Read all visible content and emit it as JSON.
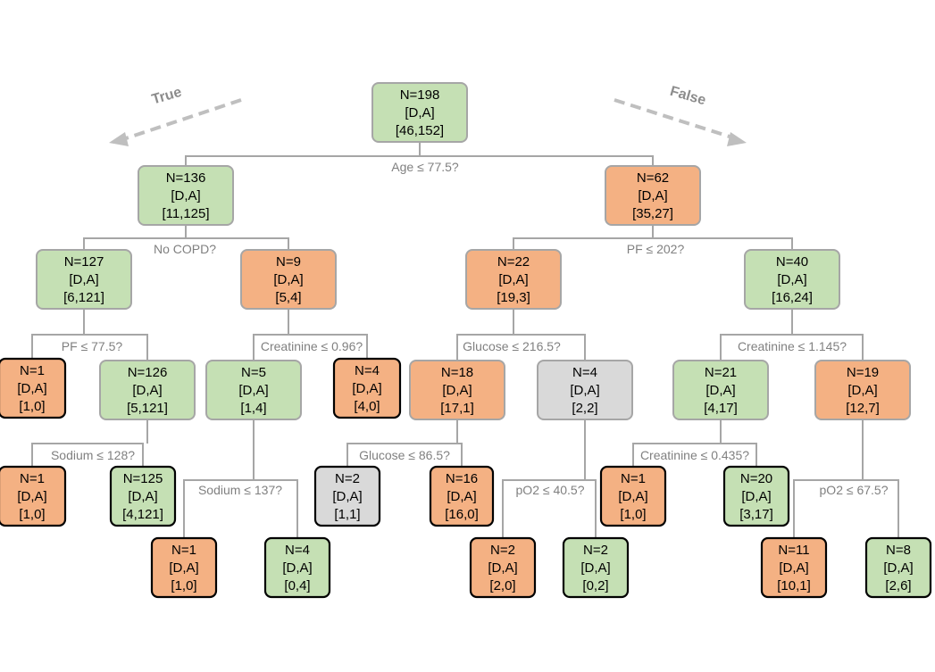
{
  "legend": {
    "true_label": "True",
    "false_label": "False"
  },
  "colors": {
    "green": "#c5e0b4",
    "orange": "#f4b183",
    "gray": "#d9d9d9",
    "edge": "#a6a6a6",
    "split_text": "#808080"
  },
  "nodes": [
    {
      "id": "n1",
      "n": "N=198",
      "class": "[D,A]",
      "counts": "[46,152]",
      "color": "green",
      "leaf": false,
      "split": "Age ≤ 77.5?"
    },
    {
      "id": "n2",
      "n": "N=136",
      "class": "[D,A]",
      "counts": "[11,125]",
      "color": "green",
      "leaf": false,
      "split": "No COPD?"
    },
    {
      "id": "n3",
      "n": "N=62",
      "class": "[D,A]",
      "counts": "[35,27]",
      "color": "orange",
      "leaf": false,
      "split": "PF ≤ 202?"
    },
    {
      "id": "n4",
      "n": "N=127",
      "class": "[D,A]",
      "counts": "[6,121]",
      "color": "green",
      "leaf": false,
      "split": "PF ≤ 77.5?"
    },
    {
      "id": "n5",
      "n": "N=9",
      "class": "[D,A]",
      "counts": "[5,4]",
      "color": "orange",
      "leaf": false,
      "split": "Creatinine ≤ 0.96?"
    },
    {
      "id": "n6",
      "n": "N=22",
      "class": "[D,A]",
      "counts": "[19,3]",
      "color": "orange",
      "leaf": false,
      "split": "Glucose ≤ 216.5?"
    },
    {
      "id": "n7",
      "n": "N=40",
      "class": "[D,A]",
      "counts": "[16,24]",
      "color": "green",
      "leaf": false,
      "split": "Creatinine ≤ 1.145?"
    },
    {
      "id": "n8",
      "n": "N=1",
      "class": "[D,A]",
      "counts": "[1,0]",
      "color": "orange",
      "leaf": true
    },
    {
      "id": "n9",
      "n": "N=126",
      "class": "[D,A]",
      "counts": "[5,121]",
      "color": "green",
      "leaf": false,
      "split": "Sodium ≤ 128?"
    },
    {
      "id": "n10",
      "n": "N=5",
      "class": "[D,A]",
      "counts": "[1,4]",
      "color": "green",
      "leaf": false,
      "split": "Sodium ≤ 137?"
    },
    {
      "id": "n11",
      "n": "N=4",
      "class": "[D,A]",
      "counts": "[4,0]",
      "color": "orange",
      "leaf": true
    },
    {
      "id": "n12",
      "n": "N=18",
      "class": "[D,A]",
      "counts": "[17,1]",
      "color": "orange",
      "leaf": false,
      "split": "Glucose ≤ 86.5?"
    },
    {
      "id": "n13",
      "n": "N=4",
      "class": "[D,A]",
      "counts": "[2,2]",
      "color": "gray",
      "leaf": false,
      "split": "pO2 ≤ 40.5?"
    },
    {
      "id": "n14",
      "n": "N=21",
      "class": "[D,A]",
      "counts": "[4,17]",
      "color": "green",
      "leaf": false,
      "split": "Creatinine ≤ 0.435?"
    },
    {
      "id": "n15",
      "n": "N=19",
      "class": "[D,A]",
      "counts": "[12,7]",
      "color": "orange",
      "leaf": false,
      "split": "pO2 ≤ 67.5?"
    },
    {
      "id": "n16",
      "n": "N=1",
      "class": "[D,A]",
      "counts": "[1,0]",
      "color": "orange",
      "leaf": true
    },
    {
      "id": "n17",
      "n": "N=125",
      "class": "[D,A]",
      "counts": "[4,121]",
      "color": "green",
      "leaf": true
    },
    {
      "id": "n18",
      "n": "N=1",
      "class": "[D,A]",
      "counts": "[1,0]",
      "color": "orange",
      "leaf": true
    },
    {
      "id": "n19",
      "n": "N=4",
      "class": "[D,A]",
      "counts": "[0,4]",
      "color": "green",
      "leaf": true
    },
    {
      "id": "n20",
      "n": "N=2",
      "class": "[D,A]",
      "counts": "[1,1]",
      "color": "gray",
      "leaf": true
    },
    {
      "id": "n21",
      "n": "N=16",
      "class": "[D,A]",
      "counts": "[16,0]",
      "color": "orange",
      "leaf": true
    },
    {
      "id": "n22",
      "n": "N=2",
      "class": "[D,A]",
      "counts": "[2,0]",
      "color": "orange",
      "leaf": true
    },
    {
      "id": "n23",
      "n": "N=2",
      "class": "[D,A]",
      "counts": "[0,2]",
      "color": "green",
      "leaf": true
    },
    {
      "id": "n24",
      "n": "N=1",
      "class": "[D,A]",
      "counts": "[1,0]",
      "color": "orange",
      "leaf": true
    },
    {
      "id": "n25",
      "n": "N=20",
      "class": "[D,A]",
      "counts": "[3,17]",
      "color": "green",
      "leaf": true
    },
    {
      "id": "n26",
      "n": "N=11",
      "class": "[D,A]",
      "counts": "[10,1]",
      "color": "orange",
      "leaf": true
    },
    {
      "id": "n27",
      "n": "N=8",
      "class": "[D,A]",
      "counts": "[2,6]",
      "color": "green",
      "leaf": true
    }
  ]
}
